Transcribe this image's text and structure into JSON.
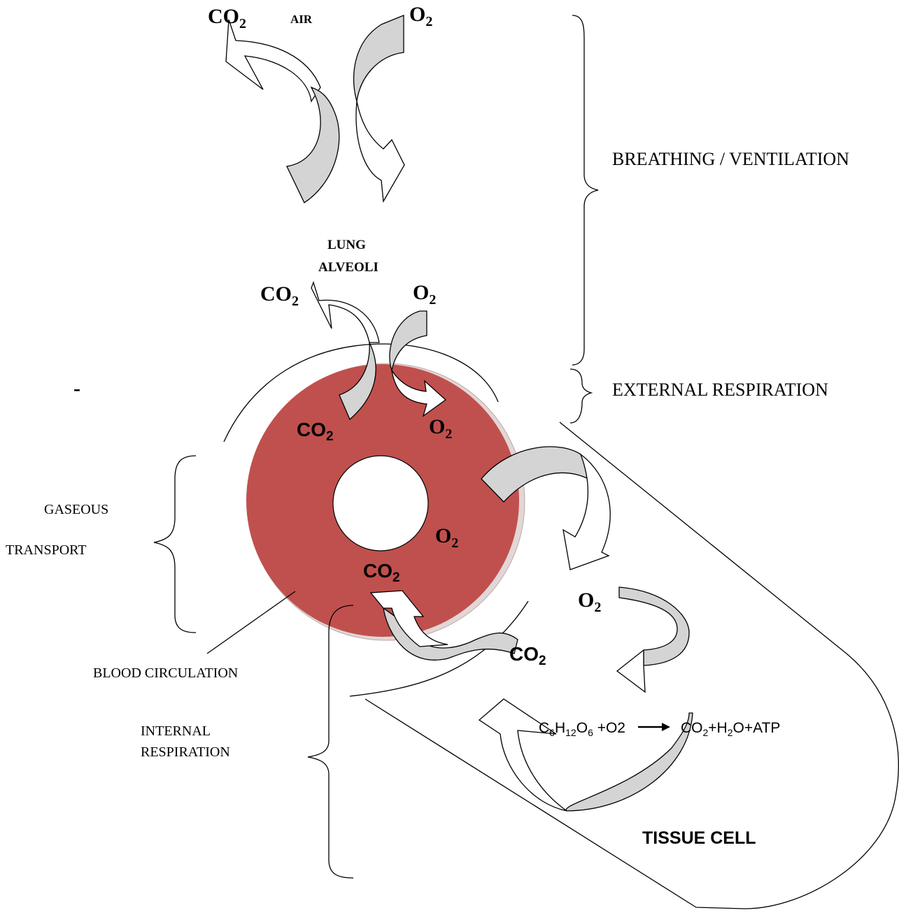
{
  "labels": {
    "air_co2": "CO",
    "air_o2": "O",
    "air": "AIR",
    "lung": "LUNG",
    "alveoli": "ALVEOLI",
    "lung_co2": "CO",
    "lung_o2": "O",
    "breathing": "BREATHING / VENTILATION",
    "external": "EXTERNAL RESPIRATION",
    "dash": "-",
    "blood_co2_top": "CO",
    "blood_o2_top": "O",
    "blood_o2_mid": "O",
    "blood_co2_bottom": "CO",
    "gaseous": "GASEOUS",
    "transport": "TRANSPORT",
    "blood_circulation": "BLOOD CIRCULATION",
    "internal_1": "INTERNAL",
    "internal_2": "RESPIRATION",
    "tissue_o2": "O",
    "tissue_co2": "CO",
    "tissue_cell": "TISSUE CELL",
    "sub_2": "2",
    "eq_c": "C",
    "eq_6a": "6",
    "eq_h": "H",
    "eq_12": "12",
    "eq_o": "O",
    "eq_6b": "6",
    "eq_plus_o2": " +O2",
    "eq_co": "CO",
    "eq_2a": "2",
    "eq_plus_h": "+H",
    "eq_2b": "2",
    "eq_rest": "O+ATP"
  },
  "colors": {
    "blood": "#c0504d",
    "arrow_grey": "#d4d4d4"
  }
}
